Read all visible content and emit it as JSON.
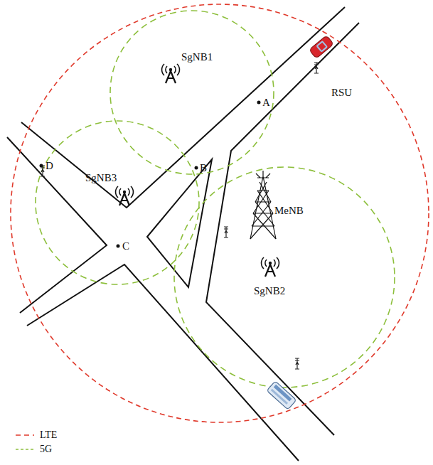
{
  "diagram": {
    "labels": [
      "SgNB1",
      "A",
      "RSU",
      "B",
      "D",
      "SgNB3",
      "MeNB",
      "C",
      "SgNB2"
    ],
    "legend": [
      {
        "text": "LTE"
      },
      {
        "text": "5G"
      }
    ]
  }
}
